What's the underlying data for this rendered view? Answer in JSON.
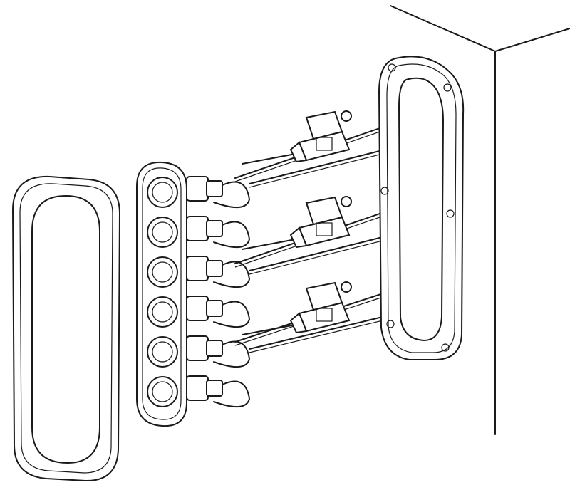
{
  "diagram": {
    "subject": "switch-panel-installation",
    "switch_count": 6,
    "fuse_count": 3,
    "colors": {
      "line": "#1a1a1a",
      "background": "#ffffff",
      "shade": "#d9d9d9"
    }
  }
}
